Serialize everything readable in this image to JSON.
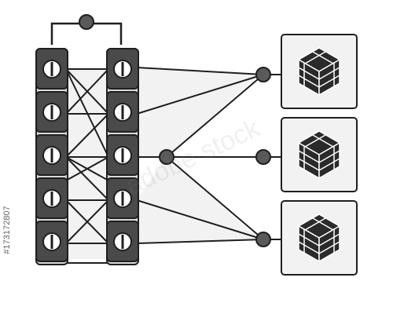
{
  "watermark_text": "adobe stock",
  "stock_id": "#173172807",
  "colors": {
    "background": "#ffffff",
    "panel_fill": "#f2f2f2",
    "stroke": "#1f1f1f",
    "unit_fill": "#4a4a4a",
    "node_fill": "#5a5a5a",
    "cube_dark": "#2a2a2a",
    "cube_light": "#ffffff"
  },
  "diagram": {
    "columns": [
      {
        "name": "left-column",
        "units": 5
      },
      {
        "name": "right-column",
        "units": 5
      }
    ],
    "boxes": [
      {
        "name": "server-box-top",
        "icon": "cube-icon"
      },
      {
        "name": "server-box-middle",
        "icon": "cube-icon"
      },
      {
        "name": "server-box-bottom",
        "icon": "cube-icon"
      }
    ],
    "nodes": [
      "top-bridge-node",
      "hub-node",
      "box-node-top",
      "box-node-middle",
      "box-node-bottom"
    ]
  }
}
